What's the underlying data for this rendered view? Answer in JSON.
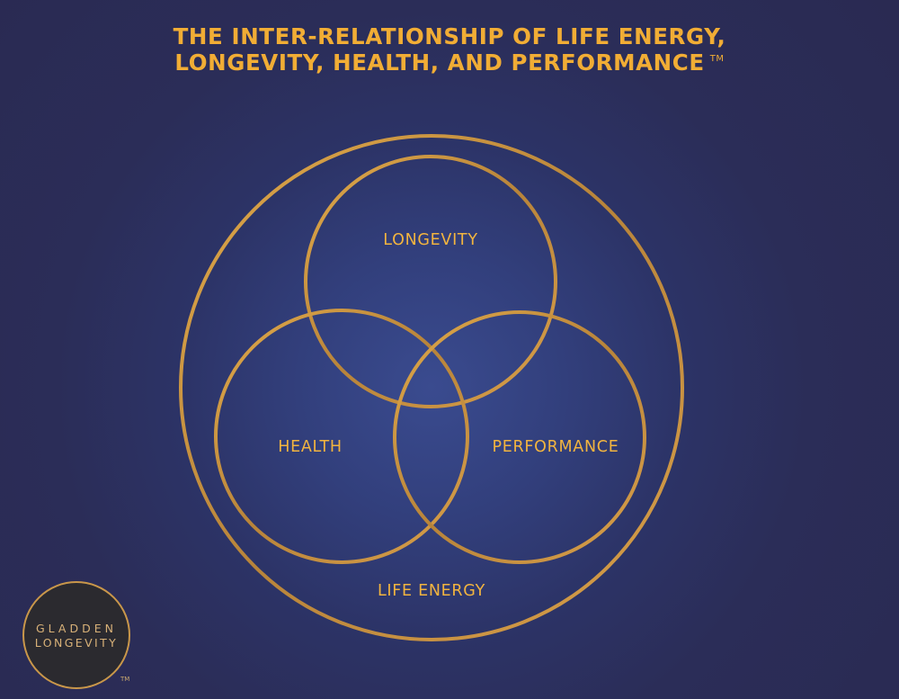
{
  "title": {
    "line1": "THE INTER-RELATIONSHIP OF LIFE ENERGY,",
    "line2": "LONGEVITY, HEALTH, AND PERFORMANCE",
    "trademark": "TM"
  },
  "diagram": {
    "labels": {
      "longevity": "LONGEVITY",
      "health": "HEALTH",
      "performance": "PERFORMANCE",
      "life_energy": "LIFE ENERGY"
    },
    "ring_color": "#c8963f",
    "text_color": "#f2b43f"
  },
  "logo": {
    "word1": "GLADDEN",
    "word2": "LONGEVITY",
    "trademark": "TM"
  }
}
